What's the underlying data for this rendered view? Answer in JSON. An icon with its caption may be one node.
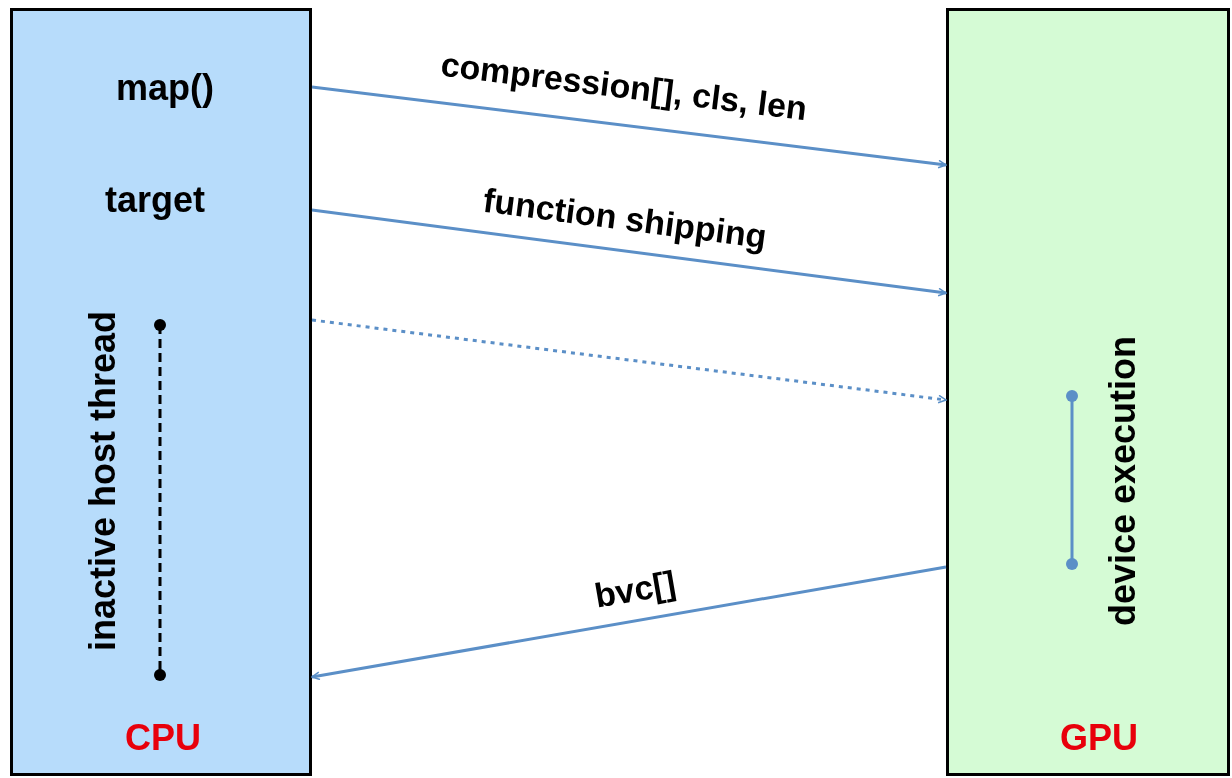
{
  "diagram": {
    "nodes": [
      {
        "text": [
          "map()",
          "target",
          "inactive host thread",
          "CPU"
        ]
      },
      {
        "text": [
          "device execution",
          "GPU"
        ]
      }
    ],
    "edges": [
      {
        "from": 0,
        "to": 1,
        "arrow": "to",
        "label": "compression[], cls, len"
      },
      {
        "from": 0,
        "to": 1,
        "arrow": "to",
        "label": "function shipping"
      },
      {
        "from": 0,
        "to": 1,
        "arrow": "to",
        "style": "dashed"
      },
      {
        "from": 1,
        "to": 0,
        "arrow": "to",
        "label": "bvc[]"
      }
    ]
  }
}
